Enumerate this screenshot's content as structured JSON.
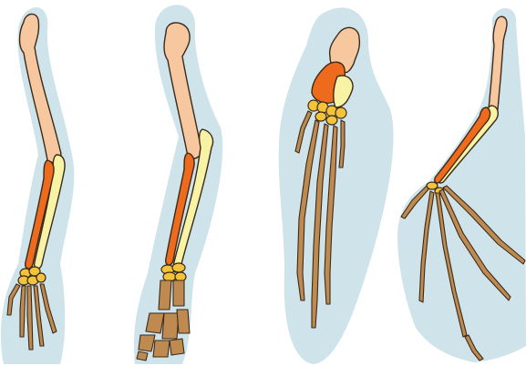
{
  "figure": {
    "limbs": [
      {
        "id": "human-arm"
      },
      {
        "id": "cat-leg"
      },
      {
        "id": "whale-flipper"
      },
      {
        "id": "bat-wing"
      }
    ]
  },
  "colors": {
    "halo": "#cfe3ea",
    "humerus": "#f7c8a0",
    "radius": "#ee6a1c",
    "ulna": "#f8f2a4",
    "carpals": "#f3c43a",
    "phalanges": "#bf8a4f",
    "outline": "#3b2a1a"
  }
}
